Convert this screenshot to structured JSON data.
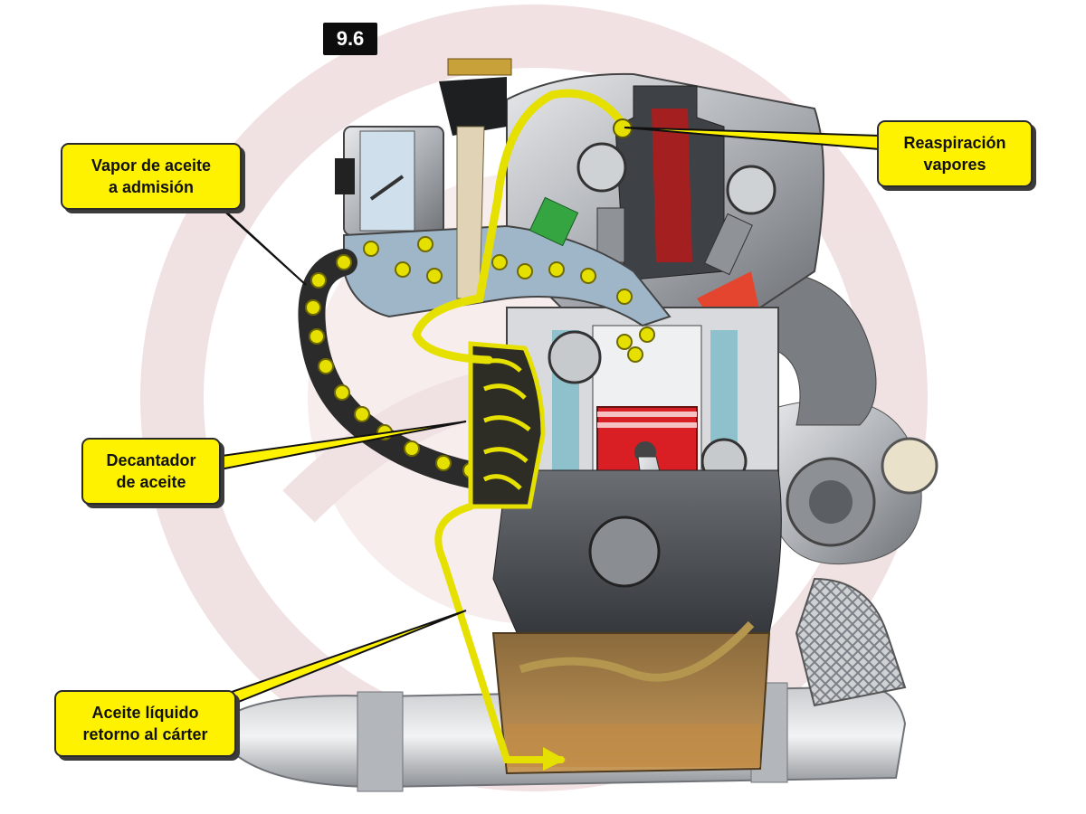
{
  "figure_number": "9.6",
  "callouts": {
    "vapor_admision": "Vapor de aceite\na admisión",
    "reaspiracion": "Reaspiración\nvapores",
    "decantador": "Decantador\nde aceite",
    "retorno_carter": "Aceite líquido\nretorno al cárter"
  },
  "colors": {
    "callout_fill": "#fff200",
    "oil_vapor_path": "#e6e000",
    "piston_red": "#d91e24",
    "watermark": "#e8c8c8",
    "metal": "#b9bcc0"
  },
  "illustration": {
    "subject": "engine-cutaway",
    "parts": [
      "oil-filler-cap",
      "throttle-body",
      "intake-manifold",
      "injector",
      "camshaft",
      "valve-springs",
      "piston",
      "connecting-rod",
      "crankshaft",
      "oil-sump",
      "turbocharger",
      "exhaust-pipe",
      "oil-separator"
    ]
  }
}
